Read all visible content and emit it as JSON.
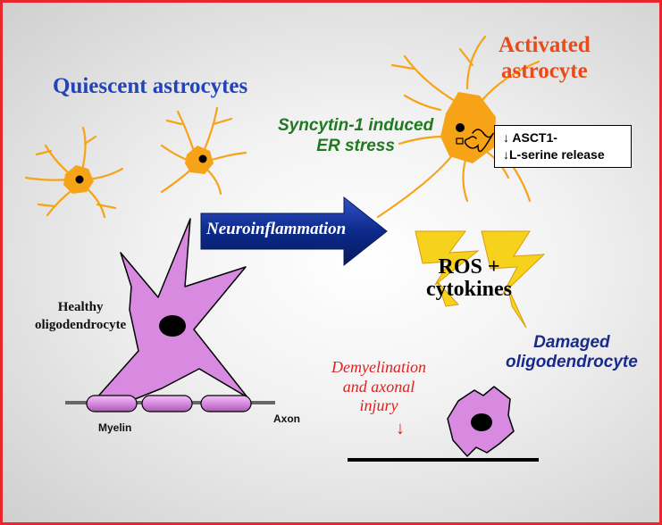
{
  "labels": {
    "quiescent": "Quiescent astrocytes",
    "activated_line1": "Activated",
    "activated_line2": "astrocyte",
    "syncytin_line1": "Syncytin-1 induced",
    "syncytin_line2": "ER stress",
    "asct1_line1": "↓ ASCT1-",
    "asct1_line2": "↓L-serine release",
    "neuroinflammation": "Neuroinflammation",
    "healthy_line1": "Healthy",
    "healthy_line2": "oligodendrocyte",
    "myelin": "Myelin",
    "axon": "Axon",
    "ros_line1": "ROS +",
    "ros_line2": "cytokines",
    "damaged_line1": "Damaged",
    "damaged_line2": "oligodendrocyte",
    "demyel_line1": "Demyelination",
    "demyel_line2": "and axonal",
    "demyel_line3": "injury",
    "demyel_arrow": "↓"
  },
  "colors": {
    "frame_border": "#e8262b",
    "astrocyte": "#f7a318",
    "oligodendrocyte": "#d88ae0",
    "arrow_body": "#0c2a8a",
    "lightning": "#f7d21c"
  }
}
